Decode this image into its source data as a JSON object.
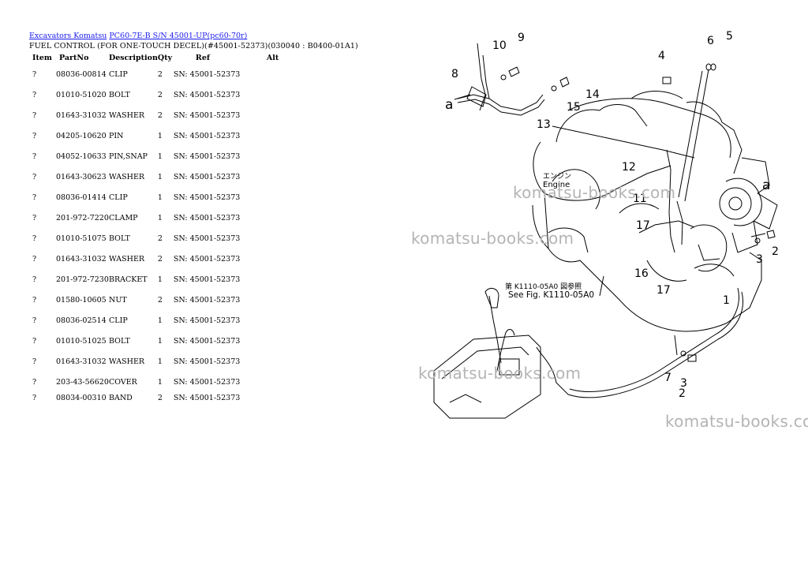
{
  "breadcrumb": {
    "link1": "Excavators Komatsu",
    "link2": "PC60-7E-B S/N 45001-UP(pc60-70r)"
  },
  "subtitle": "FUEL CONTROL (FOR ONE-TOUCH DECEL)(#45001-52373)(030040 : B0400-01A1)",
  "table": {
    "headers": {
      "item": "Item",
      "partno": "PartNo",
      "description": "Description",
      "qty": "Qty",
      "ref": "Ref",
      "alt": "Alt"
    },
    "rows": [
      {
        "item": "?",
        "partno": "08036-00814",
        "description": "CLIP",
        "qty": "2",
        "ref": "SN: 45001-52373"
      },
      {
        "item": "?",
        "partno": "01010-51020",
        "description": "BOLT",
        "qty": "2",
        "ref": "SN: 45001-52373"
      },
      {
        "item": "?",
        "partno": "01643-31032",
        "description": "WASHER",
        "qty": "2",
        "ref": "SN: 45001-52373"
      },
      {
        "item": "?",
        "partno": "04205-10620",
        "description": "PIN",
        "qty": "1",
        "ref": "SN: 45001-52373"
      },
      {
        "item": "?",
        "partno": "04052-10633",
        "description": "PIN,SNAP",
        "qty": "1",
        "ref": "SN: 45001-52373"
      },
      {
        "item": "?",
        "partno": "01643-30623",
        "description": "WASHER",
        "qty": "1",
        "ref": "SN: 45001-52373"
      },
      {
        "item": "?",
        "partno": "08036-01414",
        "description": "CLIP",
        "qty": "1",
        "ref": "SN: 45001-52373"
      },
      {
        "item": "?",
        "partno": "201-972-7220",
        "description": "CLAMP",
        "qty": "1",
        "ref": "SN: 45001-52373"
      },
      {
        "item": "?",
        "partno": "01010-51075",
        "description": "BOLT",
        "qty": "2",
        "ref": "SN: 45001-52373"
      },
      {
        "item": "?",
        "partno": "01643-31032",
        "description": "WASHER",
        "qty": "2",
        "ref": "SN: 45001-52373"
      },
      {
        "item": "?",
        "partno": "201-972-7230",
        "description": "BRACKET",
        "qty": "1",
        "ref": "SN: 45001-52373"
      },
      {
        "item": "?",
        "partno": "01580-10605",
        "description": "NUT",
        "qty": "2",
        "ref": "SN: 45001-52373"
      },
      {
        "item": "?",
        "partno": "08036-02514",
        "description": "CLIP",
        "qty": "1",
        "ref": "SN: 45001-52373"
      },
      {
        "item": "?",
        "partno": "01010-51025",
        "description": "BOLT",
        "qty": "1",
        "ref": "SN: 45001-52373"
      },
      {
        "item": "?",
        "partno": "01643-31032",
        "description": "WASHER",
        "qty": "1",
        "ref": "SN: 45001-52373"
      },
      {
        "item": "?",
        "partno": "203-43-56620",
        "description": "COVER",
        "qty": "1",
        "ref": "SN: 45001-52373"
      },
      {
        "item": "?",
        "partno": "08034-00310",
        "description": "BAND",
        "qty": "2",
        "ref": "SN: 45001-52373"
      }
    ]
  },
  "diagram": {
    "callouts": [
      "1",
      "2",
      "3",
      "4",
      "5",
      "6",
      "7",
      "8",
      "9",
      "10",
      "11",
      "12",
      "13",
      "14",
      "15",
      "16",
      "17",
      "17",
      "2",
      "3",
      "a",
      "a"
    ],
    "engine_jp": "エンジン",
    "engine_en": "Engine",
    "see_fig_jp": "第 K1110-05A0 図参照",
    "see_fig_en": "See Fig. K1110-05A0"
  },
  "watermark": "komatsu-books.com"
}
